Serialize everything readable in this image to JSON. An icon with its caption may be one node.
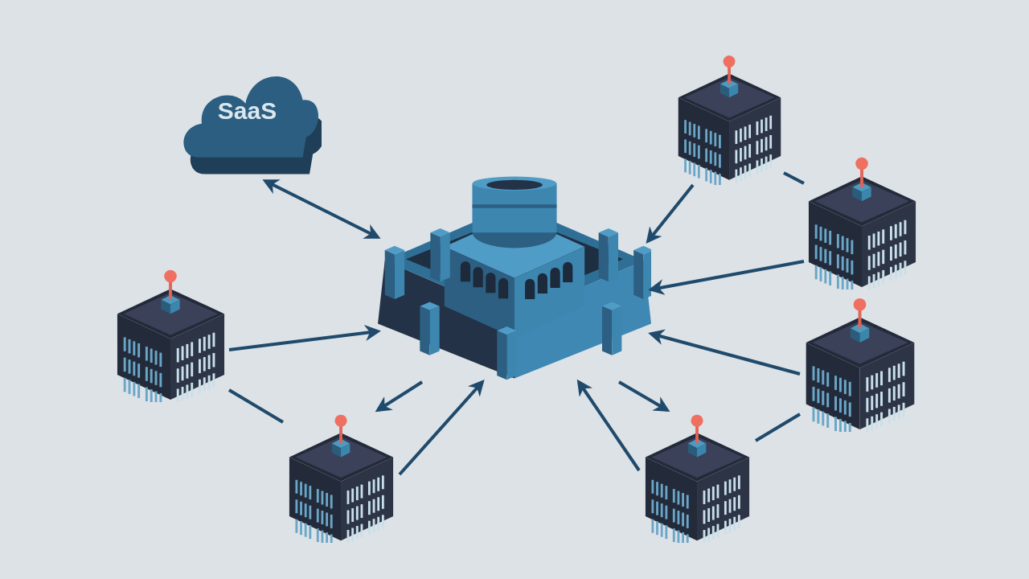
{
  "diagram": {
    "nodes": [
      {
        "text": [
          "SaaS"
        ]
      },
      {
        "text": [],
        "shape": "picture"
      },
      {
        "text": [],
        "shape": "picture"
      },
      {
        "text": [],
        "shape": "picture"
      },
      {
        "text": [],
        "shape": "picture"
      },
      {
        "text": [],
        "shape": "picture"
      },
      {
        "text": [],
        "shape": "picture"
      },
      {
        "text": [],
        "shape": "picture"
      }
    ],
    "edges": [
      {
        "from": 0,
        "to": 3,
        "arrow": "both"
      },
      {
        "from": 1,
        "to": 3,
        "arrow": "to"
      },
      {
        "from": 1,
        "to": 2,
        "arrow": "none"
      },
      {
        "from": 2,
        "to": 3,
        "arrow": "to"
      },
      {
        "from": 5,
        "to": 3,
        "arrow": "to"
      },
      {
        "from": 5,
        "to": 7,
        "arrow": "none"
      },
      {
        "from": 3,
        "to": 7,
        "arrow": "to"
      },
      {
        "from": 7,
        "to": 3,
        "arrow": "to"
      },
      {
        "from": 4,
        "to": 3,
        "arrow": "to"
      },
      {
        "from": 4,
        "to": 6,
        "arrow": "none"
      },
      {
        "from": 3,
        "to": 6,
        "arrow": "to"
      },
      {
        "from": 6,
        "to": 3,
        "arrow": "to"
      }
    ]
  }
}
